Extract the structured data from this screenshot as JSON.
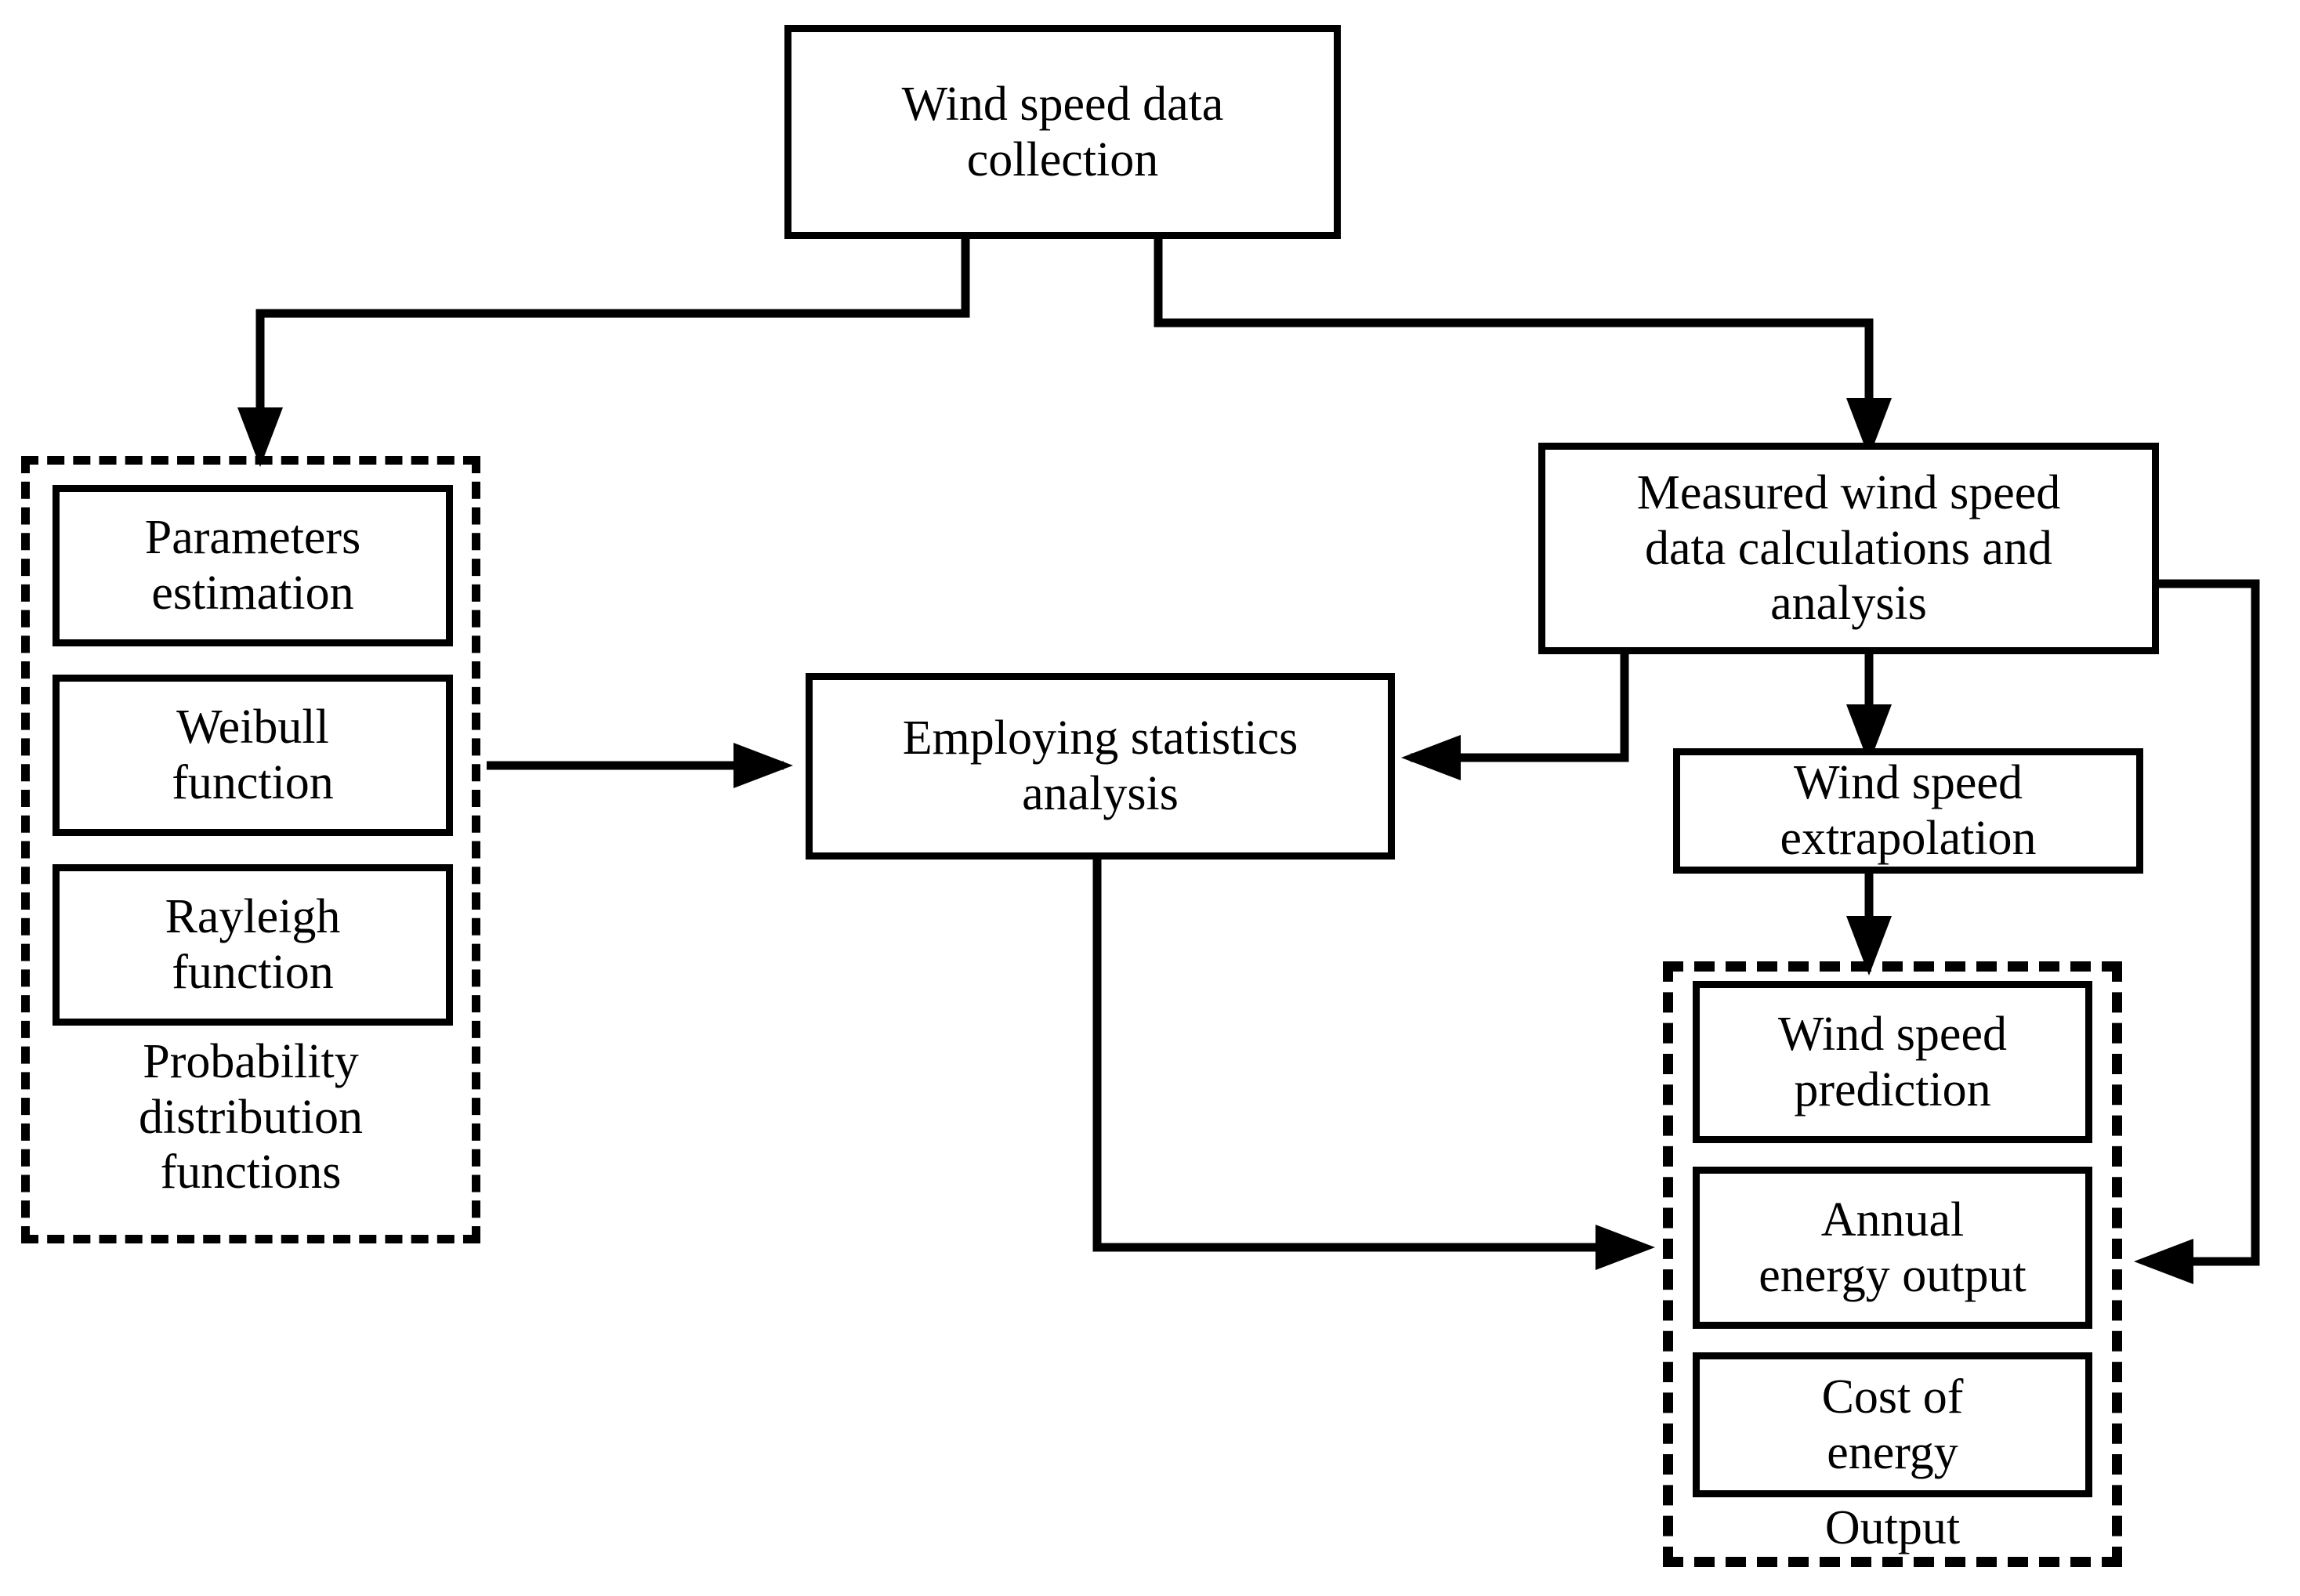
{
  "diagram": {
    "title_text": "",
    "stroke_color": "#000000",
    "background_color": "#ffffff",
    "nodes": {
      "wind_speed_data_collection": "Wind speed data\ncollection",
      "parameters_estimation": "Parameters\nestimation",
      "weibull_function": "Weibull\nfunction",
      "rayleigh_function": "Rayleigh\nfunction",
      "employing_statistics_analysis": "Employing statistics\nanalysis",
      "measured_wind_speed": "Measured wind speed\ndata calculations and\nanalysis",
      "wind_speed_extrapolation": "Wind speed\nextrapolation",
      "wind_speed_prediction": "Wind speed\nprediction",
      "annual_energy_output": "Annual\nenergy output",
      "cost_of_energy": "Cost of\nenergy"
    },
    "groups": {
      "probability_distribution_functions": "Probability\ndistribution\nfunctions",
      "output": "Output"
    }
  }
}
